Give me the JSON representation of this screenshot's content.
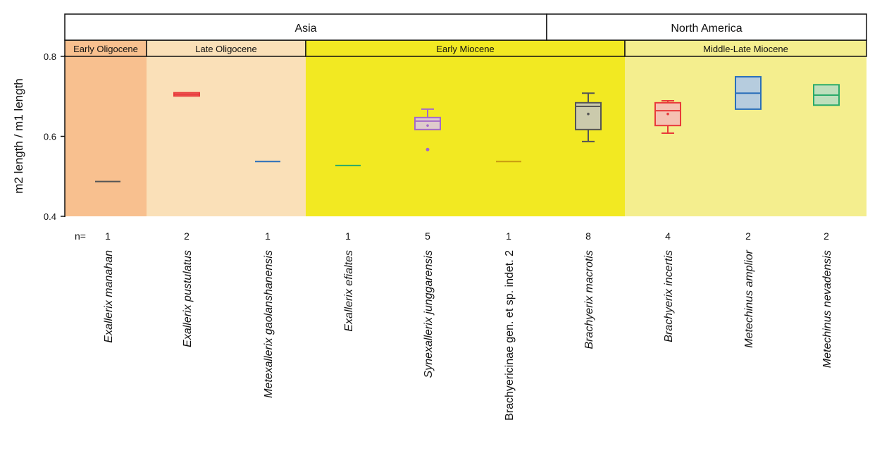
{
  "chart_data": {
    "type": "box",
    "ylabel": "m2 length / m1 length",
    "ylim": [
      0.4,
      0.8
    ],
    "yticks": [
      "0.4",
      "0.6",
      "0.8"
    ],
    "n_label": "n=",
    "continents": [
      {
        "name": "Asia",
        "span": [
          0,
          6
        ]
      },
      {
        "name": "North America",
        "span": [
          6,
          10
        ]
      }
    ],
    "epochs": [
      {
        "name": "Early Oligocene",
        "span": [
          0,
          1
        ],
        "color": "#f8c08f"
      },
      {
        "name": "Late Oligocene",
        "span": [
          1,
          3
        ],
        "color": "#fae0b8"
      },
      {
        "name": "Early Miocene",
        "span": [
          3,
          7
        ],
        "color": "#f2e922"
      },
      {
        "name": "Middle-Late Miocene",
        "span": [
          7,
          10
        ],
        "color": "#f4ee8e"
      }
    ],
    "taxa": [
      {
        "name": "Exallerix manahan",
        "italic": true,
        "n": "1",
        "color": "#555555",
        "fill": "#555555",
        "min": 0.487,
        "q1": 0.487,
        "median": 0.487,
        "q3": 0.487,
        "max": 0.487
      },
      {
        "name": "Exallerix pustulatus",
        "italic": true,
        "n": "2",
        "color": "#e83a3a",
        "fill": "#f08080",
        "min": 0.701,
        "q1": 0.701,
        "median": 0.705,
        "q3": 0.709,
        "max": 0.709
      },
      {
        "name": "Metexallerix gaolanshanensis",
        "italic": true,
        "n": "1",
        "color": "#2a6fba",
        "fill": "#2a6fba",
        "min": 0.537,
        "q1": 0.537,
        "median": 0.537,
        "q3": 0.537,
        "max": 0.537
      },
      {
        "name": "Exallerix efialtes",
        "italic": true,
        "n": "1",
        "color": "#2aaa6a",
        "fill": "#2aaa6a",
        "min": 0.527,
        "q1": 0.527,
        "median": 0.527,
        "q3": 0.527,
        "max": 0.527
      },
      {
        "name": "Synexallerix junggarensis",
        "italic": true,
        "n": "5",
        "color": "#a46ac8",
        "fill": "#dcc6ea",
        "min": 0.617,
        "q1": 0.617,
        "median": 0.638,
        "q3": 0.647,
        "max": 0.668,
        "mean": 0.627,
        "outliers": [
          0.567
        ]
      },
      {
        "name": "Brachyericinae gen. et sp. indet. 2",
        "italic": false,
        "n": "1",
        "color": "#c89a10",
        "fill": "#c89a10",
        "min": 0.537,
        "q1": 0.537,
        "median": 0.537,
        "q3": 0.537,
        "max": 0.537
      },
      {
        "name": "Brachyerix macrotis",
        "italic": true,
        "n": "8",
        "color": "#555555",
        "fill": "#c4c4c4",
        "min": 0.587,
        "q1": 0.617,
        "median": 0.675,
        "q3": 0.684,
        "max": 0.708,
        "mean": 0.656
      },
      {
        "name": "Brachyerix incertis",
        "italic": true,
        "n": "4",
        "color": "#e83a3a",
        "fill": "#f4b8b8",
        "min": 0.608,
        "q1": 0.627,
        "median": 0.664,
        "q3": 0.684,
        "max": 0.689,
        "mean": 0.656
      },
      {
        "name": "Metechinus amplior",
        "italic": true,
        "n": "2",
        "color": "#2a6fba",
        "fill": "#aac6ec",
        "min": 0.668,
        "q1": 0.668,
        "median": 0.708,
        "q3": 0.749,
        "max": 0.749
      },
      {
        "name": "Metechinus nevadensis",
        "italic": true,
        "n": "2",
        "color": "#2aaa6a",
        "fill": "#b4dcc4",
        "min": 0.678,
        "q1": 0.678,
        "median": 0.703,
        "q3": 0.729,
        "max": 0.729
      }
    ]
  }
}
